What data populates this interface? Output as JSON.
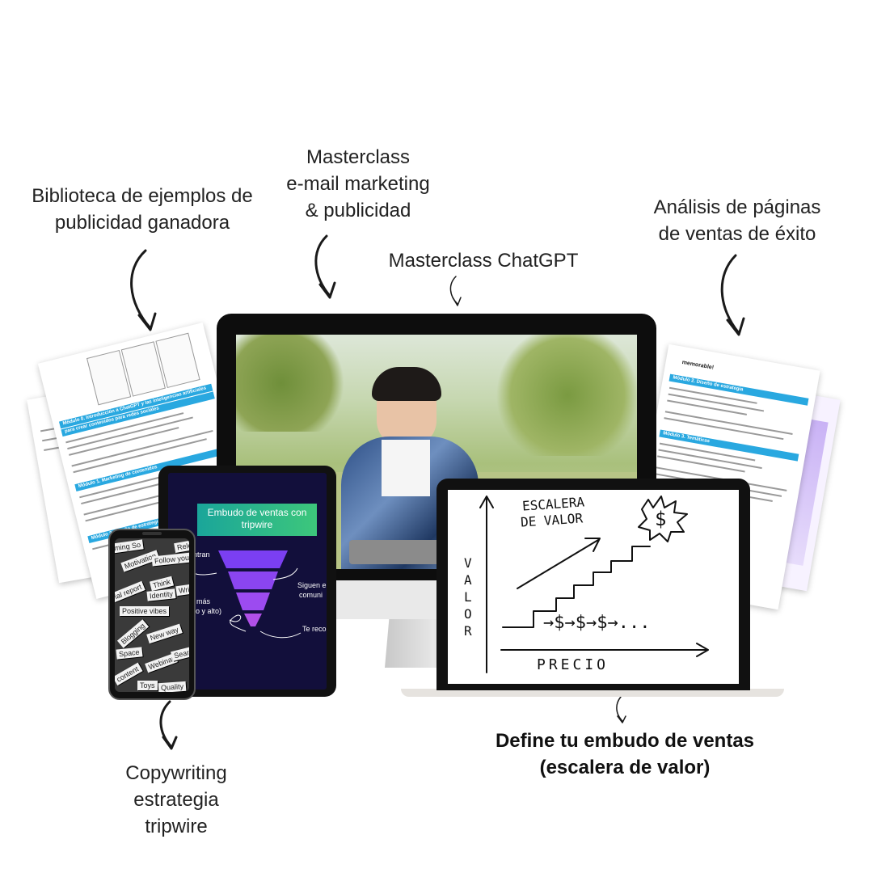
{
  "labels": {
    "biblioteca": [
      "Biblioteca de ejemplos de",
      "publicidad ganadora"
    ],
    "masterclass_email": [
      "Masterclass",
      "e-mail marketing",
      "& publicidad"
    ],
    "masterclass_chatgpt": "Masterclass ChatGPT",
    "analisis": [
      "Análisis de páginas",
      "de ventas de éxito"
    ],
    "copywriting": [
      "Copywriting",
      "estrategia",
      "tripwire"
    ],
    "define": [
      "Define tu embudo de ventas",
      "(escalera de valor)"
    ]
  },
  "docs_left": {
    "bar1": "Módulo 0. Introducción a ChatGPT y las inteligencias artificiales",
    "bar1b": "para crear contenidos para redes sociales",
    "bar2": "Módulo 1. Marketing de contenidos",
    "bar3": "Módulo 2. Diseño de estrategia"
  },
  "docs_right": {
    "head": "memorable!",
    "bar1": "Módulo 2. Diseño de estrategia",
    "bar2": "Módulo 3. Temáticas"
  },
  "tablet": {
    "title": "Embudo de ventas con tripwire",
    "texts": [
      "entran",
      "Siguen e",
      "comuni",
      "s más",
      "edio y alto)",
      "Te reco"
    ]
  },
  "phone": {
    "words": [
      "Motivation",
      "Follow you",
      "Rele",
      "Think",
      "Identity",
      "Positive vibes",
      "Wri",
      "Blogging",
      "New way",
      "Space",
      "Webinar",
      "Search",
      "Toys",
      "Quality",
      "content",
      "ial report",
      "ming So"
    ]
  },
  "whiteboard": {
    "title_top": "ESCALERA",
    "title_bottom": "DE VALOR",
    "y_label": "VALOR",
    "x_label": "PRECIO",
    "chain": "→$→$→$→...",
    "top_symbol": "$"
  }
}
